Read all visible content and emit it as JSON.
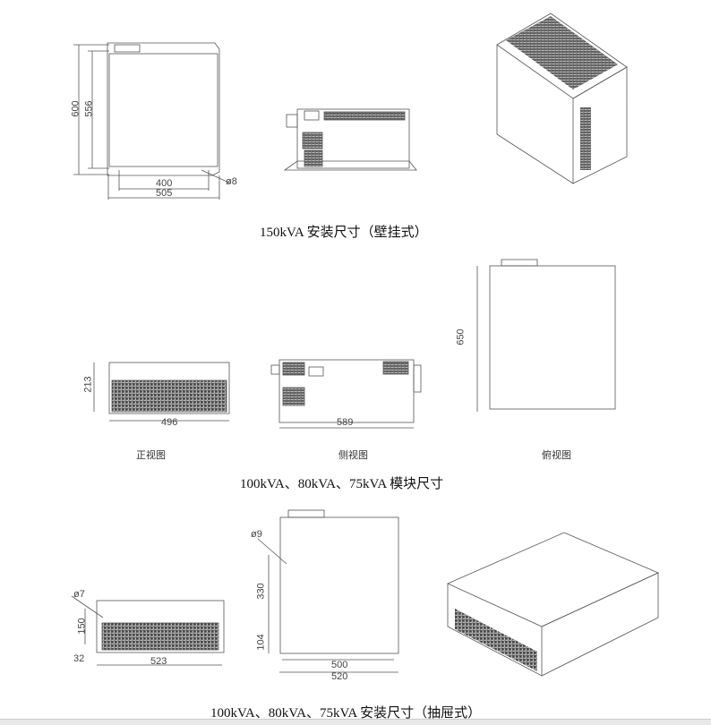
{
  "section_150kva": {
    "dims": {
      "height_total": "600",
      "height_inner": "556",
      "width_inner": "400",
      "width_total": "505",
      "hole": "ø8"
    },
    "caption": "150kVA 安装尺寸（壁挂式）"
  },
  "section_module": {
    "dims": {
      "front_height": "213",
      "front_width": "496",
      "side_width": "589",
      "top_height": "650"
    },
    "views": {
      "front": "正视图",
      "side": "侧视图",
      "top": "俯视图"
    },
    "caption": "100kVA、80kVA、75kVA 模块尺寸"
  },
  "section_drawer": {
    "dims": {
      "hole_front": "ø7",
      "front_h1": "150",
      "front_h2": "32",
      "front_width": "523",
      "hole_top": "ø9",
      "top_h1": "330",
      "top_h2": "104",
      "top_w_inner": "500",
      "top_w_total": "520"
    },
    "caption": "100kVA、80kVA、75kVA 安装尺寸（抽屉式）"
  }
}
